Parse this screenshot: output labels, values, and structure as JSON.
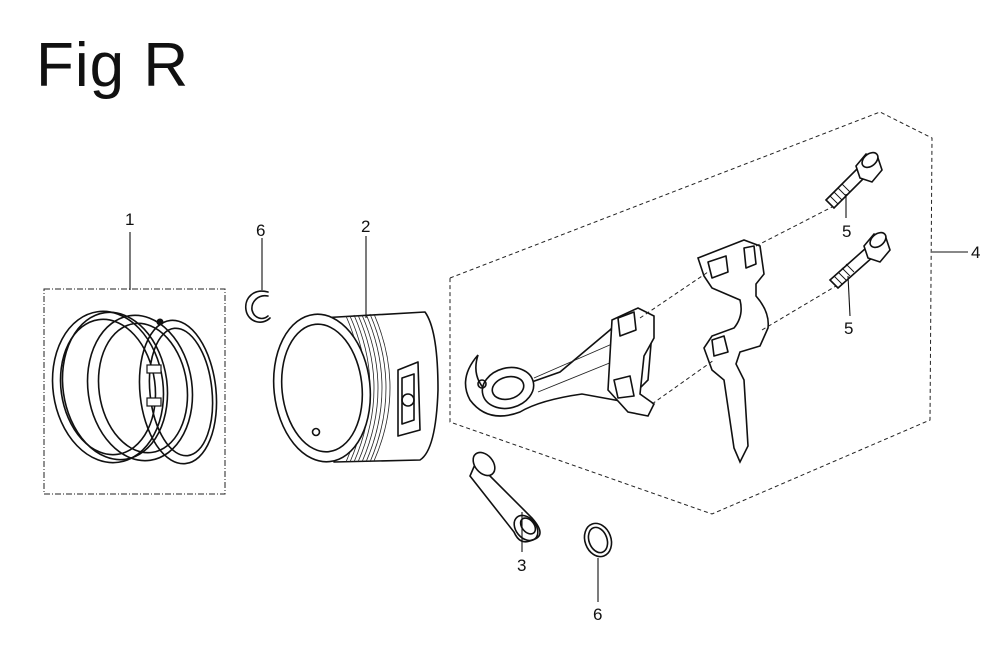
{
  "title": "Fig R",
  "callouts": {
    "piston_ring_set": "1",
    "piston": "2",
    "piston_pin": "3",
    "connecting_rod_assembly": "4",
    "bolt_upper": "5",
    "bolt_lower": "5",
    "clip_upper": "6",
    "clip_lower": "6"
  }
}
